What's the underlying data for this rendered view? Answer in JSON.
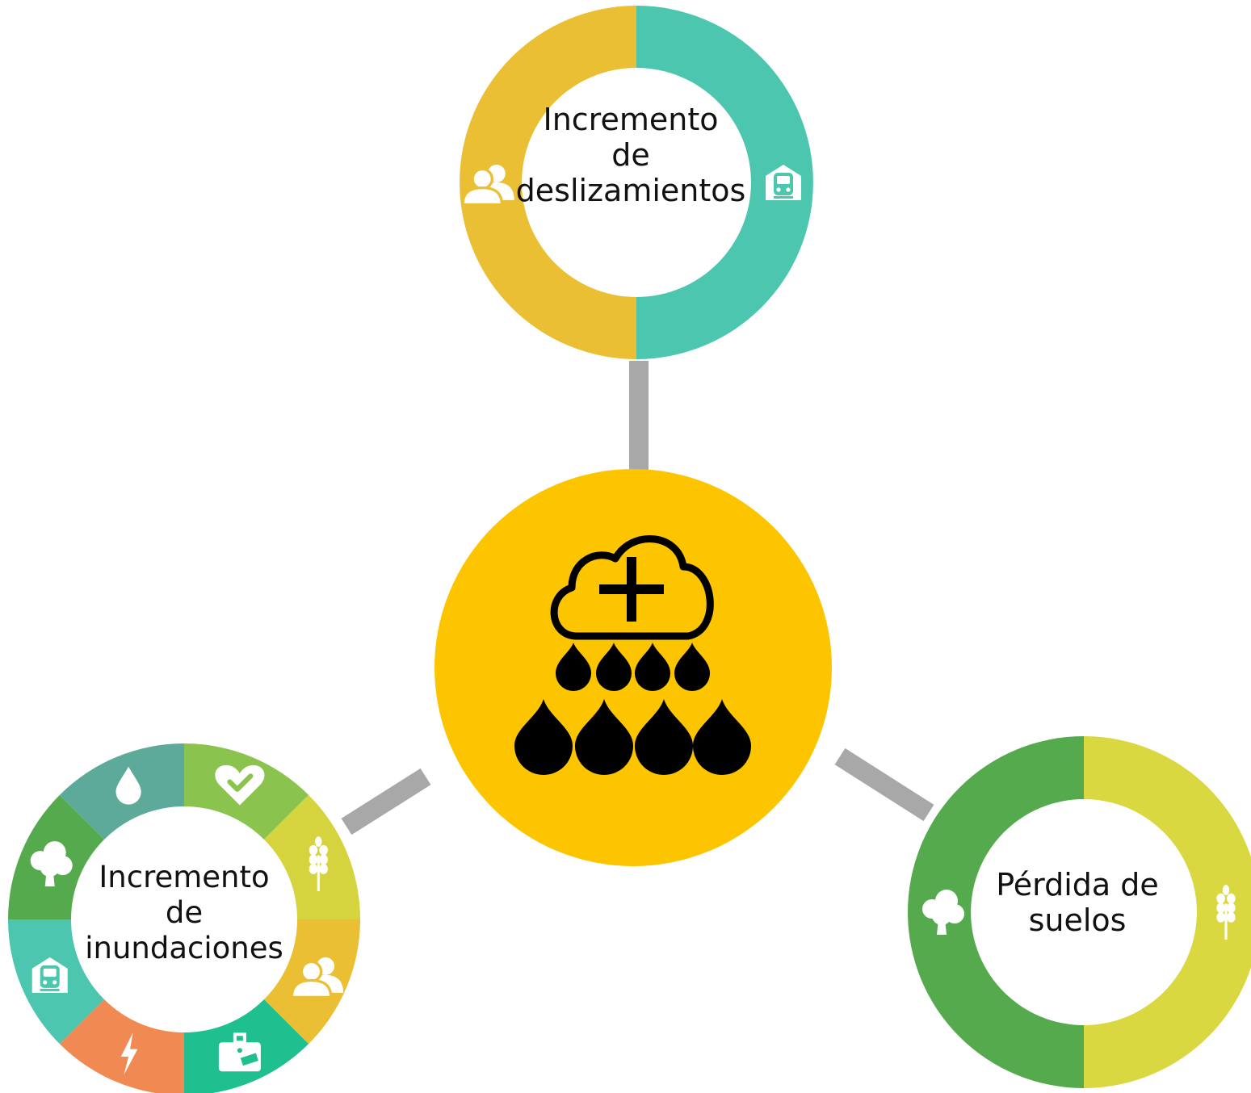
{
  "center": {
    "icon": "cloud-plus-rain-icon",
    "color": "#FCC500"
  },
  "connector_color": "#A8A8A8",
  "nodes": [
    {
      "id": "deslizamientos",
      "label_lines": [
        "Incremento",
        "de",
        "deslizamientos"
      ],
      "segments": [
        {
          "icon": "train-icon",
          "color": "#4CC6AE"
        },
        {
          "icon": "people-icon",
          "color": "#EABF34"
        }
      ]
    },
    {
      "id": "inundaciones",
      "label_lines": [
        "Incremento",
        "de",
        "inundaciones"
      ],
      "segments": [
        {
          "icon": "heart-check-icon",
          "color": "#8AC34D"
        },
        {
          "icon": "wheat-icon",
          "color": "#D5D33E"
        },
        {
          "icon": "people-icon",
          "color": "#EABF34"
        },
        {
          "icon": "briefcase-icon",
          "color": "#1FBF8F"
        },
        {
          "icon": "lightning-icon",
          "color": "#F08A52"
        },
        {
          "icon": "train-icon",
          "color": "#4CC6AE"
        },
        {
          "icon": "tree-icon",
          "color": "#56AA4E"
        },
        {
          "icon": "water-drop-icon",
          "color": "#5DA99A"
        }
      ]
    },
    {
      "id": "suelos",
      "label_lines": [
        "Pérdida de",
        "suelos"
      ],
      "segments": [
        {
          "icon": "wheat-icon",
          "color": "#D9D840"
        },
        {
          "icon": "tree-icon",
          "color": "#56AA4E"
        }
      ]
    }
  ]
}
